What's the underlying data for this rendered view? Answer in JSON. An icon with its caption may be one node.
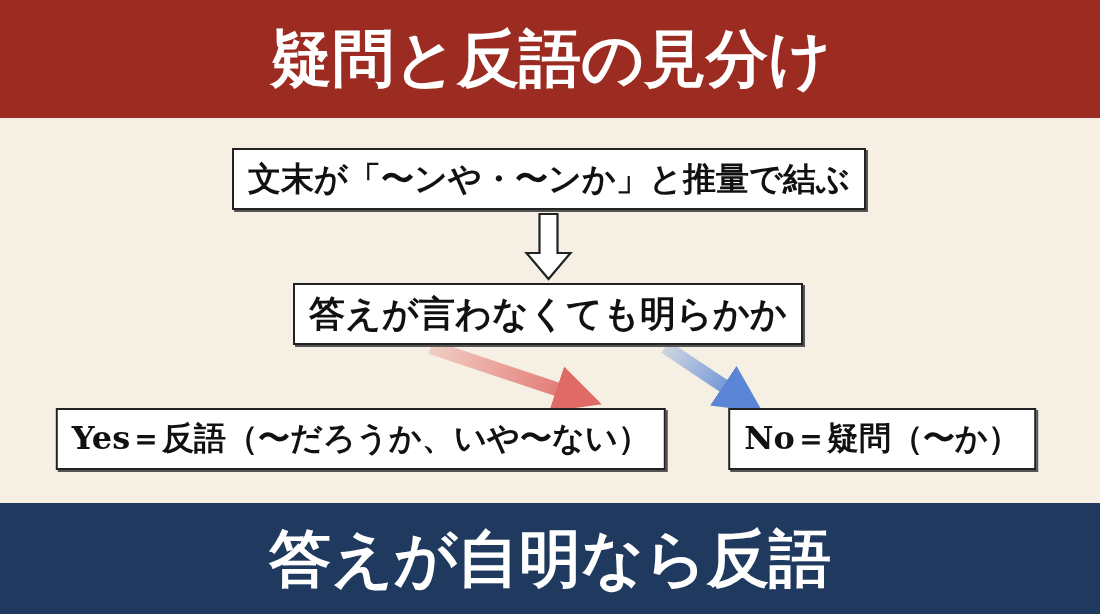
{
  "diagram": {
    "title": "疑問と反語の見分け",
    "caption": "答えが自明なら反語",
    "nodes": [
      {
        "text": [
          "文末が「〜ンや・〜ンか」と推量で結ぶ"
        ]
      },
      {
        "text": [
          "答えが言わなくても明らかか"
        ]
      },
      {
        "text": [
          "Yes＝反語（〜だろうか、いや〜ない）"
        ]
      },
      {
        "text": [
          "No＝疑問（〜か）"
        ]
      }
    ],
    "edges": [
      {
        "from": 0,
        "to": 1,
        "arrow": "to"
      },
      {
        "from": 1,
        "to": 2,
        "arrow": "to",
        "style": "thick",
        "color": "#e06a66"
      },
      {
        "from": 1,
        "to": 3,
        "arrow": "to",
        "style": "thick",
        "color": "#5b86d6"
      }
    ]
  }
}
